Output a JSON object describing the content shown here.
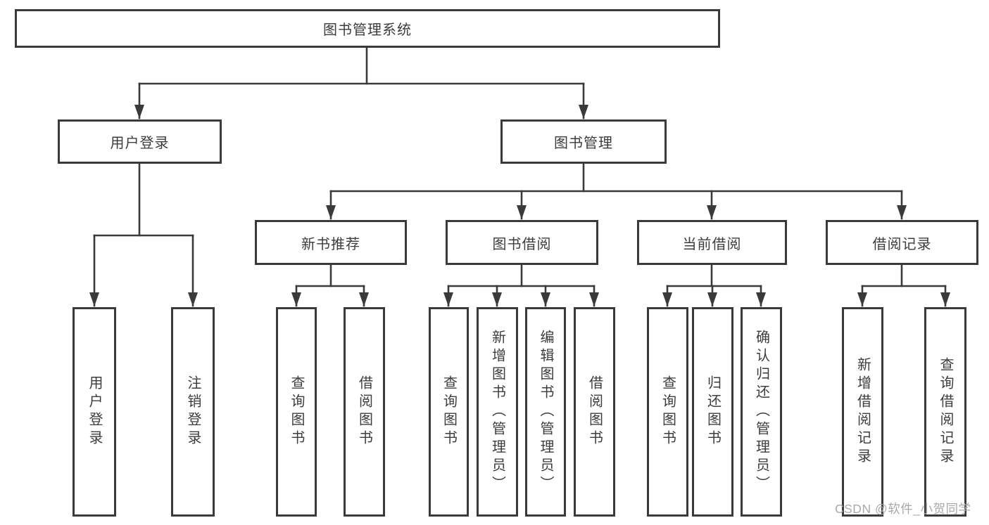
{
  "diagram": {
    "title": "图书管理系统",
    "root": {
      "label": "图书管理系统"
    },
    "level2": {
      "user_login": {
        "label": "用户登录"
      },
      "book_management": {
        "label": "图书管理"
      }
    },
    "user_login_children": [
      {
        "label": "用户登录"
      },
      {
        "label": "注销登录"
      }
    ],
    "modules": [
      {
        "label": "新书推荐",
        "children": [
          {
            "label": "查询图书"
          },
          {
            "label": "借阅图书"
          }
        ]
      },
      {
        "label": "图书借阅",
        "children": [
          {
            "label": "查询图书"
          },
          {
            "label": "新增图书（管理员）"
          },
          {
            "label": "编辑图书（管理员）"
          },
          {
            "label": "借阅图书"
          }
        ]
      },
      {
        "label": "当前借阅",
        "children": [
          {
            "label": "查询图书"
          },
          {
            "label": "归还图书"
          },
          {
            "label": "确认归还（管理员）"
          }
        ]
      },
      {
        "label": "借阅记录",
        "children": [
          {
            "label": "新增借阅记录"
          },
          {
            "label": "查询借阅记录"
          }
        ]
      }
    ],
    "colors": {
      "line": "#3a3a3a",
      "box_border": "#3a3a3a",
      "text": "#3c3c3c",
      "background": "#ffffff",
      "watermark": "#a9a9ad"
    }
  },
  "watermark": {
    "text": "CSDN @软件_小贺同学"
  }
}
